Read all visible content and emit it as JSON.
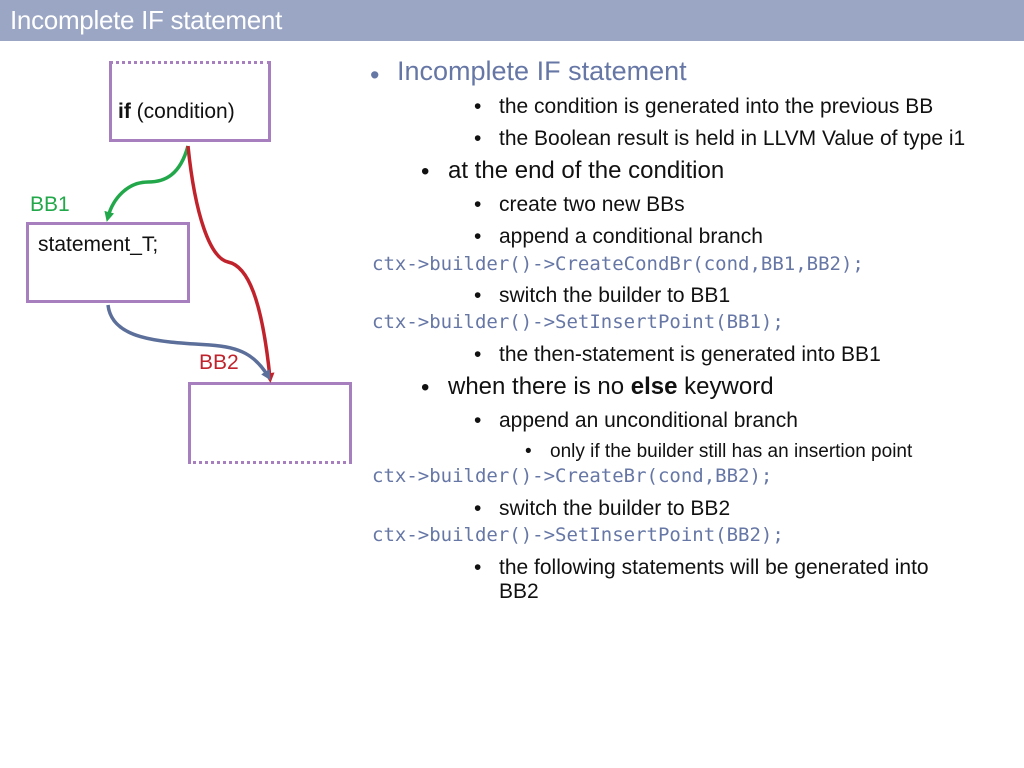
{
  "header": {
    "title": "Incomplete IF statement"
  },
  "diagram": {
    "if_keyword": "if",
    "if_condition": "(condition)",
    "then_statement": "statement_T;",
    "bb1_label": "BB1",
    "bb2_label": "BB2",
    "colors": {
      "box_border": "#a77fbf",
      "true_edge": "#22a84a",
      "false_edge": "#c0232b",
      "fallthrough_edge": "#5b6f9a"
    }
  },
  "notes": {
    "heading": "Incomplete IF statement",
    "cond_prev_bb": "the condition is generated into the previous BB",
    "bool_i1": "the Boolean result is held in LLVM Value of type i1",
    "end_of_condition": "at the end of the condition",
    "create_bbs": "create two new BBs",
    "append_cond_branch": "append a conditional branch",
    "code_condbr": "ctx->builder()->CreateCondBr(cond,BB1,BB2);",
    "switch_bb1": "switch the builder to BB1",
    "code_setbb1": "ctx->builder()->SetInsertPoint(BB1);",
    "then_into_bb1": "the then-statement is generated into BB1",
    "no_else_prefix": "when there is no ",
    "no_else_keyword": "else",
    "no_else_suffix": " keyword",
    "append_uncond": "append an unconditional branch",
    "only_if_insertion": "only if the builder still has an insertion point",
    "code_br": "ctx->builder()->CreateBr(cond,BB2);",
    "switch_bb2": "switch the builder to BB2",
    "code_setbb2": "ctx->builder()->SetInsertPoint(BB2);",
    "following_line1": "the following statements will be generated into",
    "following_line2": "BB2"
  }
}
